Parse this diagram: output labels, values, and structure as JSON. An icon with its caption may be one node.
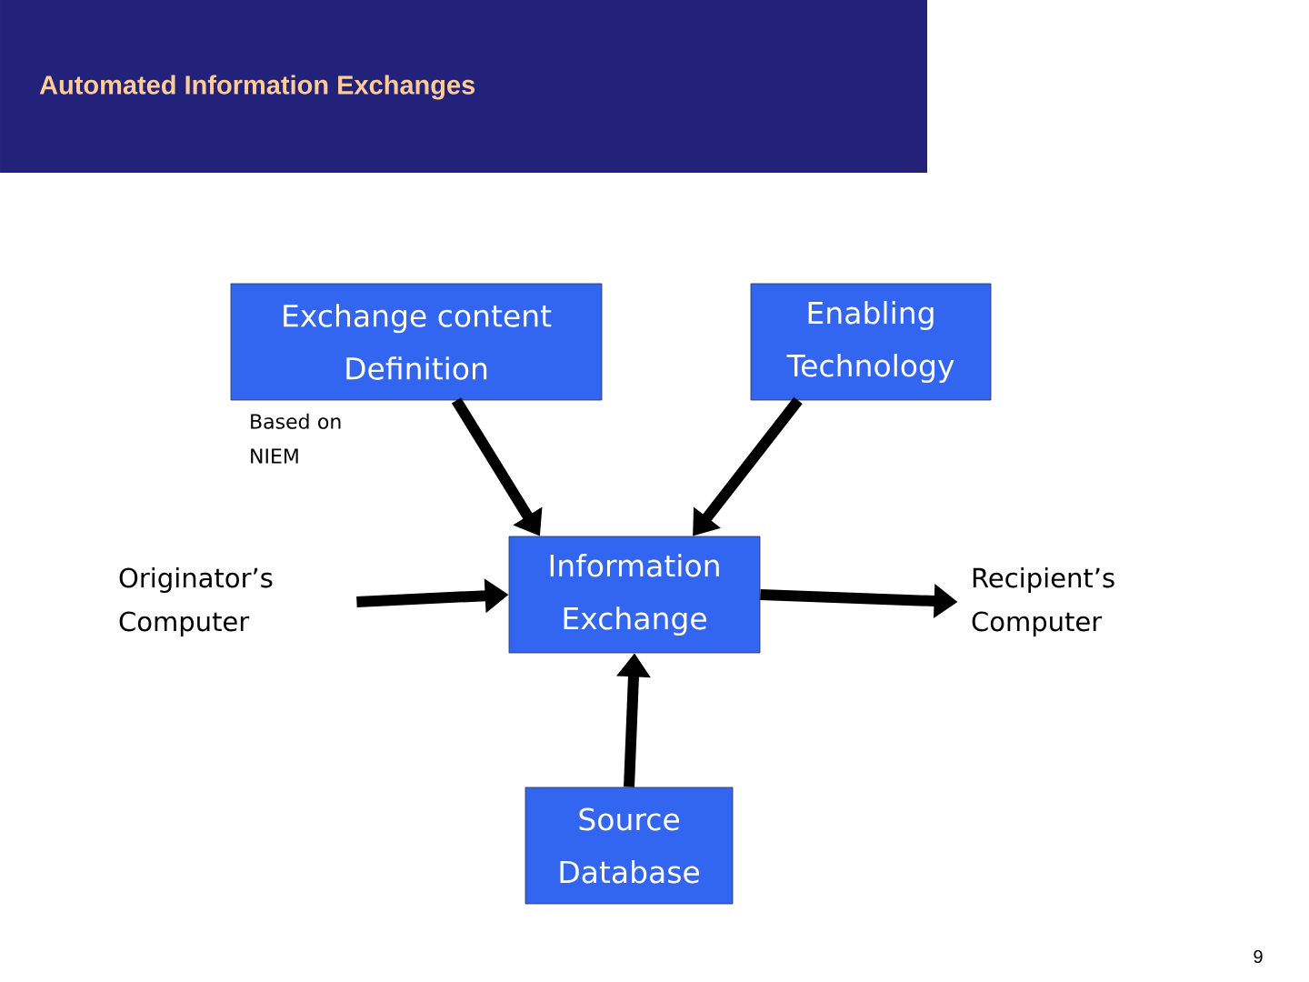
{
  "diagram": {
    "title": "Automated Information Exchanges",
    "nodes": [
      {
        "text": [
          "Exchange content Definition"
        ],
        "beside": [
          "Based on NIEM"
        ]
      },
      {
        "text": [
          "Enabling Technology"
        ]
      },
      {
        "text": [
          "Originator’s Computer"
        ]
      },
      {
        "text": [
          "Information Exchange"
        ]
      },
      {
        "text": [
          "Recipient’s Computer"
        ]
      },
      {
        "text": [
          "Source Database"
        ]
      }
    ],
    "edges": [
      {
        "from": 0,
        "to": 3,
        "arrow": "to"
      },
      {
        "from": 1,
        "to": 3,
        "arrow": "to"
      },
      {
        "from": 2,
        "to": 3,
        "arrow": "to"
      },
      {
        "from": 3,
        "to": 4,
        "arrow": "to"
      },
      {
        "from": 5,
        "to": 3,
        "arrow": "to"
      }
    ],
    "labels": [
      "9"
    ]
  }
}
